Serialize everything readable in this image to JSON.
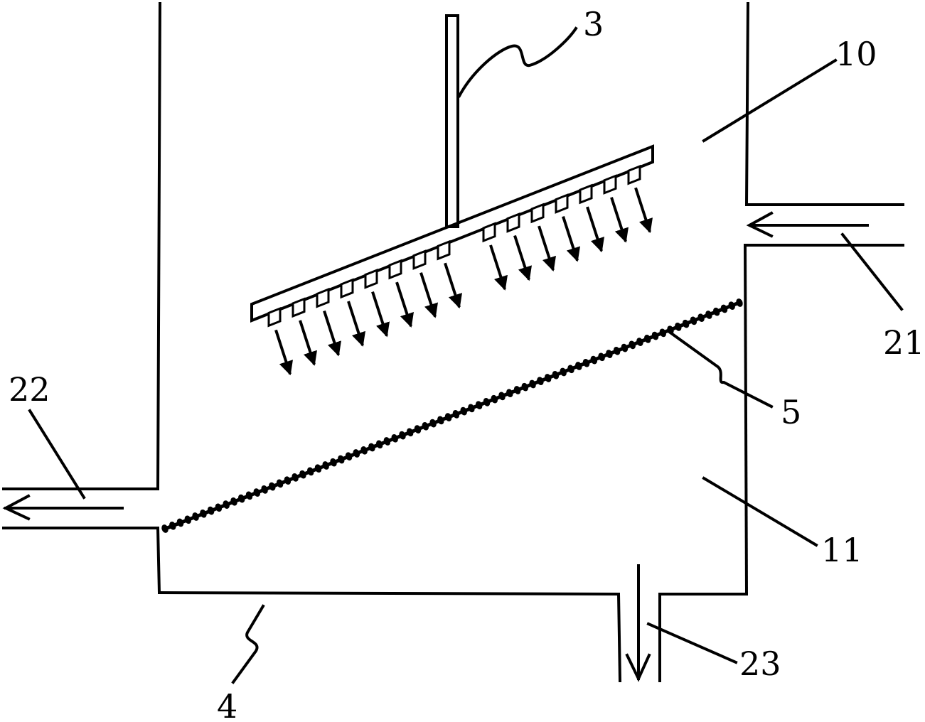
{
  "labels": {
    "l3": "3",
    "l4": "4",
    "l5": "5",
    "l10": "10",
    "l11": "11",
    "l21": "21",
    "l22": "22",
    "l23": "23"
  }
}
